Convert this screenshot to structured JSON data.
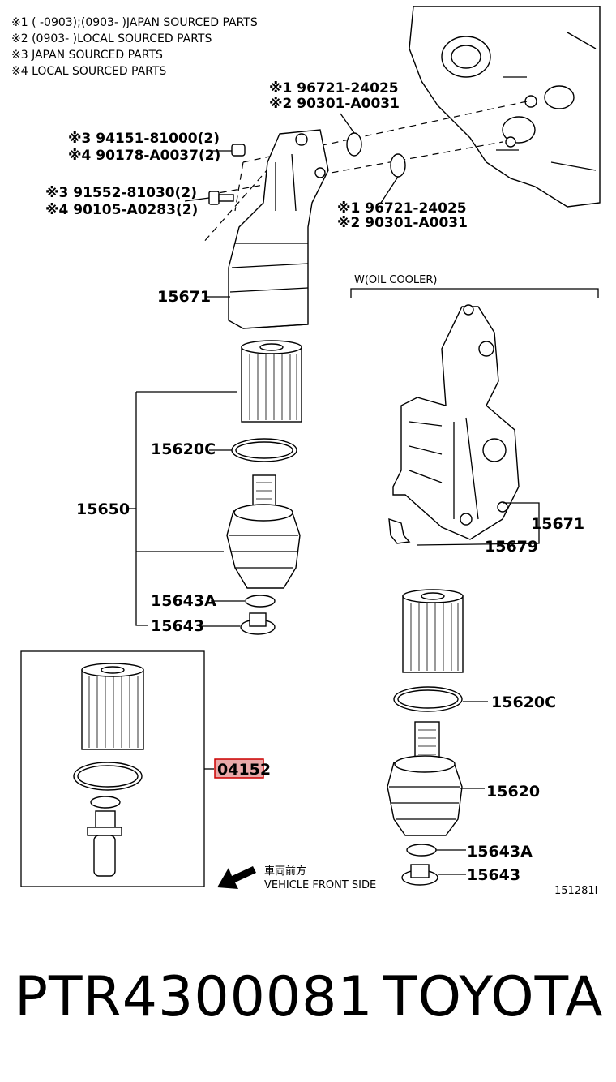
{
  "notes": [
    "※1 (     -0903);(0903-     )JAPAN SOURCED PARTS",
    "※2 (0903-     )LOCAL SOURCED PARTS",
    "※3 JAPAN SOURCED PARTS",
    "※4 LOCAL SOURCED PARTS"
  ],
  "callouts": {
    "oring_top_1": "※1 96721-24025",
    "oring_top_2": "※2 90301-A0031",
    "nut_1": "※3 94151-81000(2)",
    "nut_2": "※4 90178-A0037(2)",
    "bolt_1": "※3 91552-81030(2)",
    "bolt_2": "※4 90105-A0283(2)",
    "oring_mid_1": "※1 96721-24025",
    "oring_mid_2": "※2 90301-A0031"
  },
  "oil_cooler_label": "W(OIL COOLER)",
  "parts": {
    "housing_left": "15671",
    "assembly": "15650",
    "oring_left": "15620C",
    "washer_left": "15643A",
    "plug_left": "15643",
    "kit": "04152",
    "housing_right": "15671",
    "bracket_right": "15679",
    "oring_right": "15620C",
    "cap_right": "15620",
    "washer_right": "15643A",
    "plug_right": "15643"
  },
  "vehicle_front_jp": "車両前方",
  "vehicle_front_en": "VEHICLE FRONT SIDE",
  "figure_id": "151281I",
  "footer": {
    "code": "PTR4300081",
    "brand": "TOYOTA"
  },
  "colors": {
    "highlight_fill": "#e9a9a9",
    "highlight_border": "#cc0000"
  }
}
